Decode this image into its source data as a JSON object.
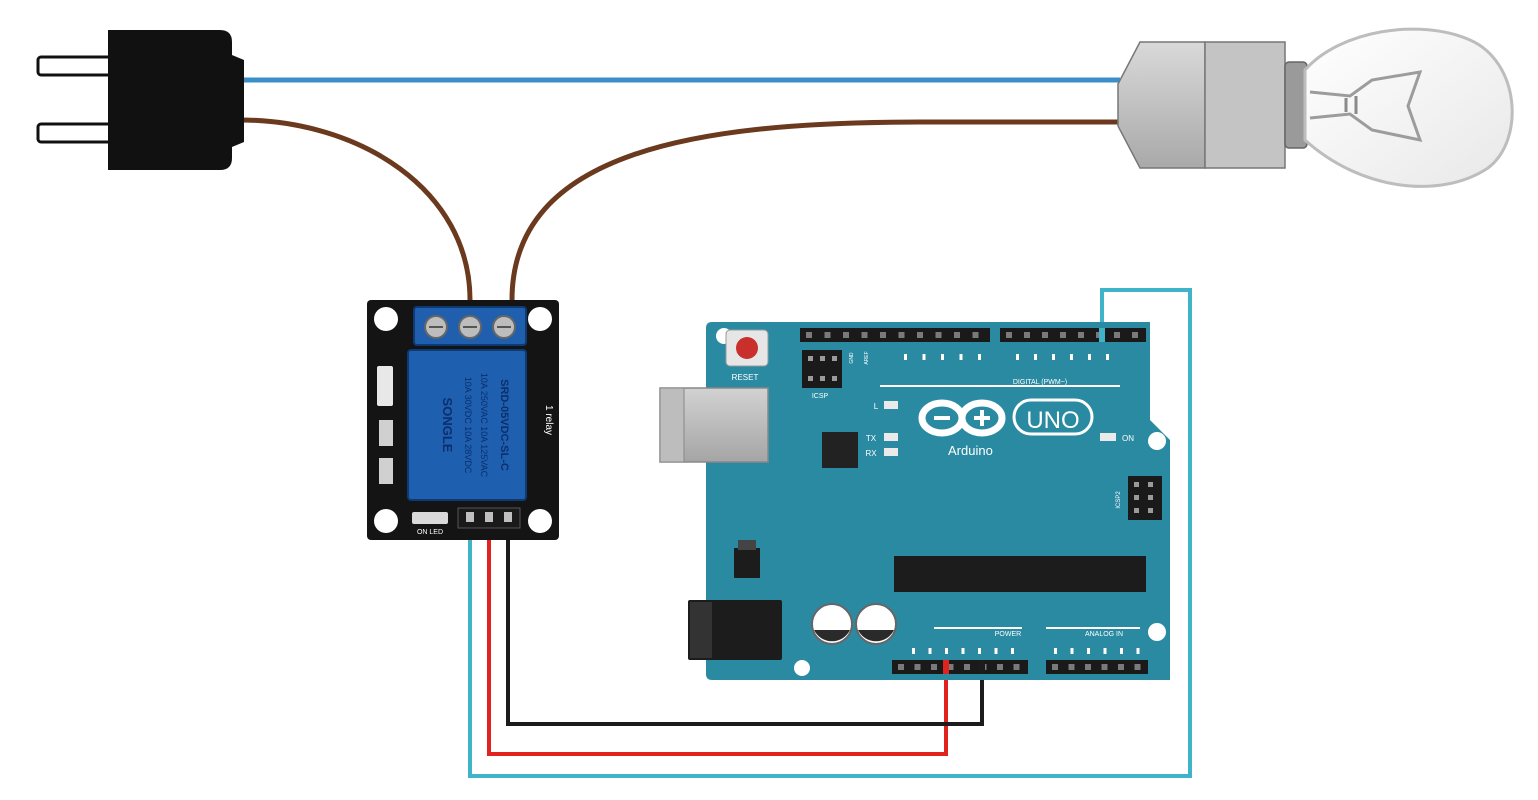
{
  "board": {
    "reset_label": "RESET",
    "icsp_label": "ICSP",
    "l_label": "L",
    "tx_label": "TX",
    "rx_label": "RX",
    "brand_label": "Arduino",
    "model_label": "UNO",
    "on_label": "ON",
    "digital_label": "DIGITAL (PWM~)",
    "power_label": "POWER",
    "analog_label": "ANALOG IN",
    "aref_label": "AREF",
    "gnd_label": "GND",
    "icsp2_label": "ICSP2"
  },
  "relay_module": {
    "brand_label": "SRD-05VDC-SL-C",
    "ratings_line1": "10A 250VAC 10A 125VAC",
    "ratings_line2": "10A 30VDC 10A 28VDC",
    "maker_label": "SONGLE",
    "side_label": "1 relay",
    "led_label": "ON LED"
  },
  "colors": {
    "board_teal": "#2a8aa1",
    "wire_blue": "#3a8fc9",
    "wire_brown": "#6b3a1e",
    "wire_red": "#e0231f",
    "wire_black": "#1c1c1c",
    "wire_cyan": "#3fb3c8",
    "relay_blue": "#1e5fb0"
  }
}
